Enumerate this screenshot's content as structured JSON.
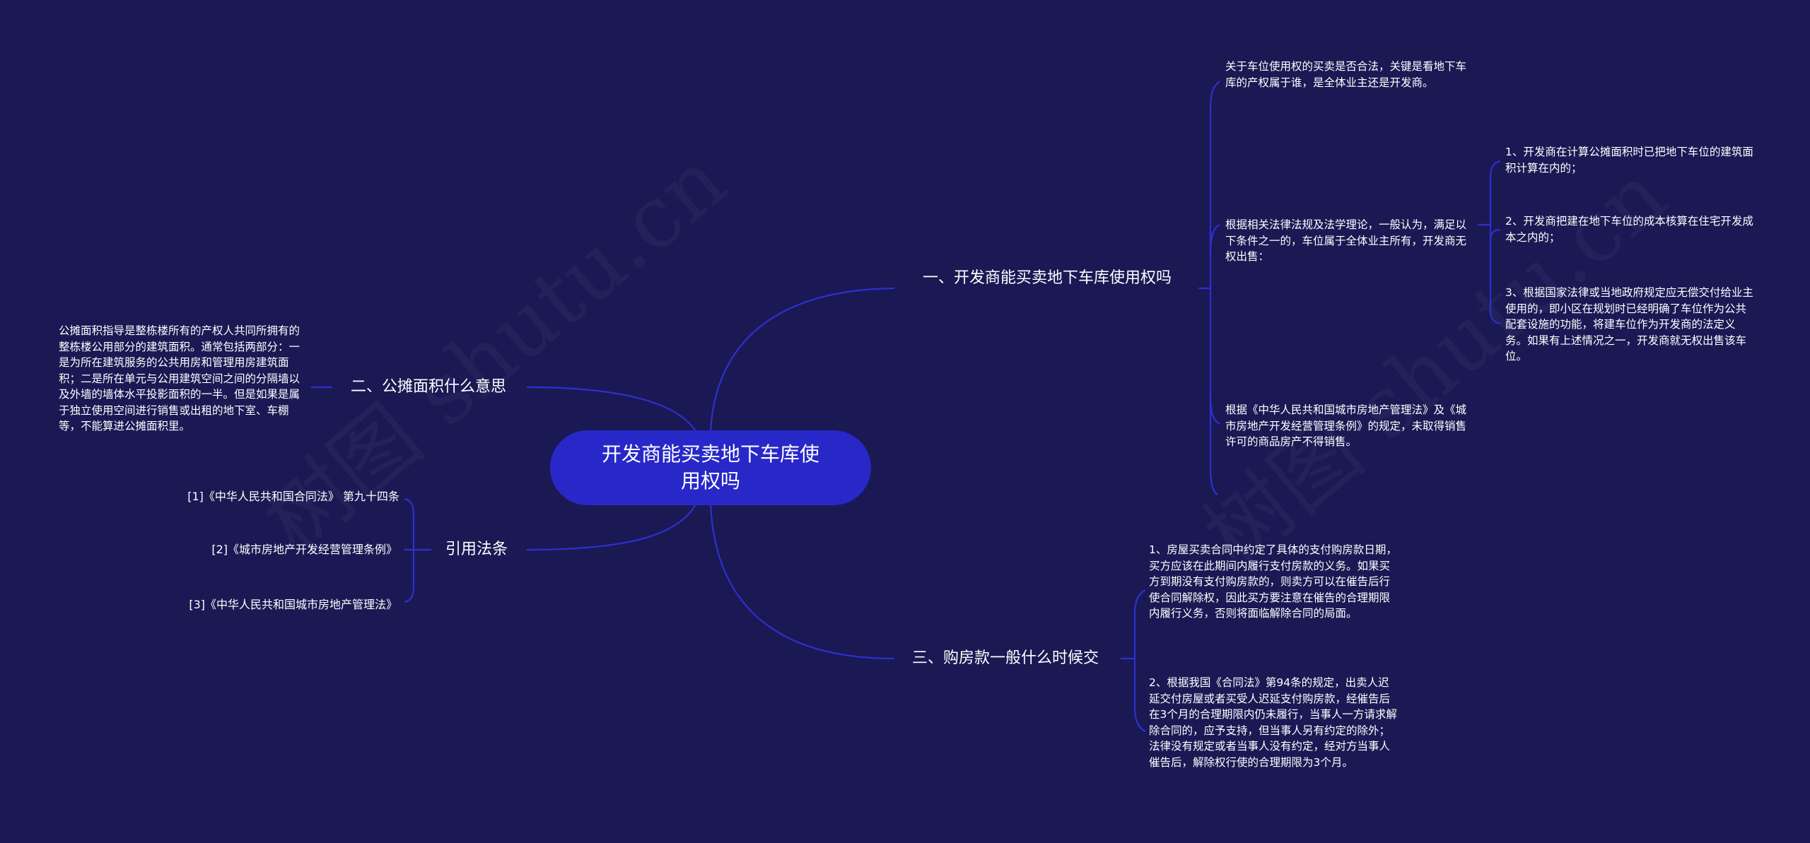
{
  "watermark": "树图 shutu.cn",
  "colors": {
    "background": "#1a1954",
    "root_fill": "#2828c8",
    "connector": "#2f2fd0",
    "text": "#ffffff"
  },
  "root": {
    "label": "开发商能买卖地下车库使用权吗"
  },
  "branches": {
    "b1": {
      "label": "一、开发商能买卖地下车库使用权吗",
      "children": [
        {
          "text": "关于车位使用权的买卖是否合法，关键是看地下车库的产权属于谁，是全体业主还是开发商。"
        },
        {
          "text": "根据相关法律法规及法学理论，一般认为，满足以下条件之一的，车位属于全体业主所有，开发商无权出售：",
          "children": [
            {
              "text": "1、开发商在计算公摊面积时已把地下车位的建筑面积计算在内的；"
            },
            {
              "text": "2、开发商把建在地下车位的成本核算在住宅开发成本之内的；"
            },
            {
              "text": "3、根据国家法律或当地政府规定应无偿交付给业主使用的，即小区在规划时已经明确了车位作为公共配套设施的功能，将建车位作为开发商的法定义务。如果有上述情况之一，开发商就无权出售该车位。"
            }
          ]
        },
        {
          "text": "根据《中华人民共和国城市房地产管理法》及《城市房地产开发经营管理条例》的规定，未取得销售许可的商品房产不得销售。"
        }
      ]
    },
    "b2": {
      "label": "二、公摊面积什么意思",
      "children": [
        {
          "text": "公摊面积指导是整栋楼所有的产权人共同所拥有的整栋楼公用部分的建筑面积。通常包括两部分：一是为所在建筑服务的公共用房和管理用房建筑面积；二是所在单元与公用建筑空间之间的分隔墙以及外墙的墙体水平投影面积的一半。但是如果是属于独立使用空间进行销售或出租的地下室、车棚等，不能算进公摊面积里。"
        }
      ]
    },
    "b3": {
      "label": "引用法条",
      "children": [
        {
          "text": "[1]《中华人民共和国合同法》 第九十四条"
        },
        {
          "text": "[2]《城市房地产开发经营管理条例》"
        },
        {
          "text": "[3]《中华人民共和国城市房地产管理法》"
        }
      ]
    },
    "b4": {
      "label": "三、购房款一般什么时候交",
      "children": [
        {
          "text": "1、房屋买卖合同中约定了具体的支付购房款日期，买方应该在此期间内履行支付房款的义务。如果买方到期没有支付购房款的，则卖方可以在催告后行使合同解除权，因此买方要注意在催告的合理期限内履行义务，否则将面临解除合同的局面。"
        },
        {
          "text": "2、根据我国《合同法》第94条的规定，出卖人迟延交付房屋或者买受人迟延支付购房款，经催告后在3个月的合理期限内仍未履行，当事人一方请求解除合同的，应予支持，但当事人另有约定的除外；法律没有规定或者当事人没有约定，经对方当事人催告后，解除权行使的合理期限为3个月。"
        }
      ]
    }
  }
}
